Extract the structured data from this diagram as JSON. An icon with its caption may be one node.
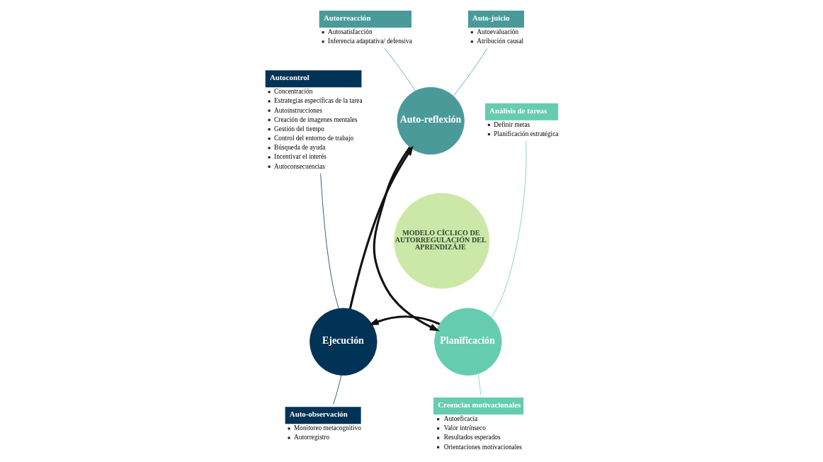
{
  "diagram": {
    "nodes": [
      {
        "text": [
          "MODELO CÍCLICO DE AUTORREGULACIÓN DEL APRENDIZÁJE"
        ]
      },
      {
        "text": [
          "Auto-reflexión"
        ]
      },
      {
        "text": [
          "Planificación"
        ]
      },
      {
        "text": [
          "Ejecución"
        ]
      },
      {
        "text": [
          "Autorreacción",
          "Autosatisfacción",
          "Inferencia adaptativa/ defensiva"
        ]
      },
      {
        "text": [
          "Auto-juicio",
          "Autoevaluación",
          "Atribución causal"
        ]
      },
      {
        "text": [
          "Autocontrol",
          "Concentración",
          "Estrategias específicas de la tarea",
          "Autoinstrucciones",
          "Creación de imagenes mentales",
          "Gestión del tiempo",
          "Control del entorno de trabajo",
          "Búsqueda de ayuda",
          "Incentivar el interés",
          "Autoconsecuencias"
        ]
      },
      {
        "text": [
          "Auto-observación",
          "Monitoreo metacognitivo",
          "Autorregistro"
        ]
      },
      {
        "text": [
          "Análisis de tareas",
          "Definir metas",
          "Planificación estratégica"
        ]
      },
      {
        "text": [
          "Creencias motivacionales",
          "Autoeficacia",
          "Valor intrínseco",
          "Resultados esperados",
          "Orientaciones motivacionales"
        ]
      }
    ],
    "edges": [
      {
        "from": 1,
        "to": 2,
        "arrow": "to",
        "style": "thick",
        "color": "#111111"
      },
      {
        "from": 2,
        "to": 3,
        "arrow": "to",
        "style": "thick",
        "color": "#111111"
      },
      {
        "from": 3,
        "to": 1,
        "arrow": "to",
        "style": "thick",
        "color": "#111111"
      },
      {
        "from": 4,
        "to": 1,
        "arrow": "none",
        "color": "#4a9a9a"
      },
      {
        "from": 5,
        "to": 1,
        "arrow": "none",
        "color": "#4a9a9a"
      },
      {
        "from": 6,
        "to": 3,
        "arrow": "none",
        "color": "#003355"
      },
      {
        "from": 7,
        "to": 3,
        "arrow": "none",
        "color": "#003355"
      },
      {
        "from": 8,
        "to": 2,
        "arrow": "none",
        "color": "#66ccb0"
      },
      {
        "from": 9,
        "to": 2,
        "arrow": "none",
        "color": "#66ccb0"
      }
    ]
  }
}
